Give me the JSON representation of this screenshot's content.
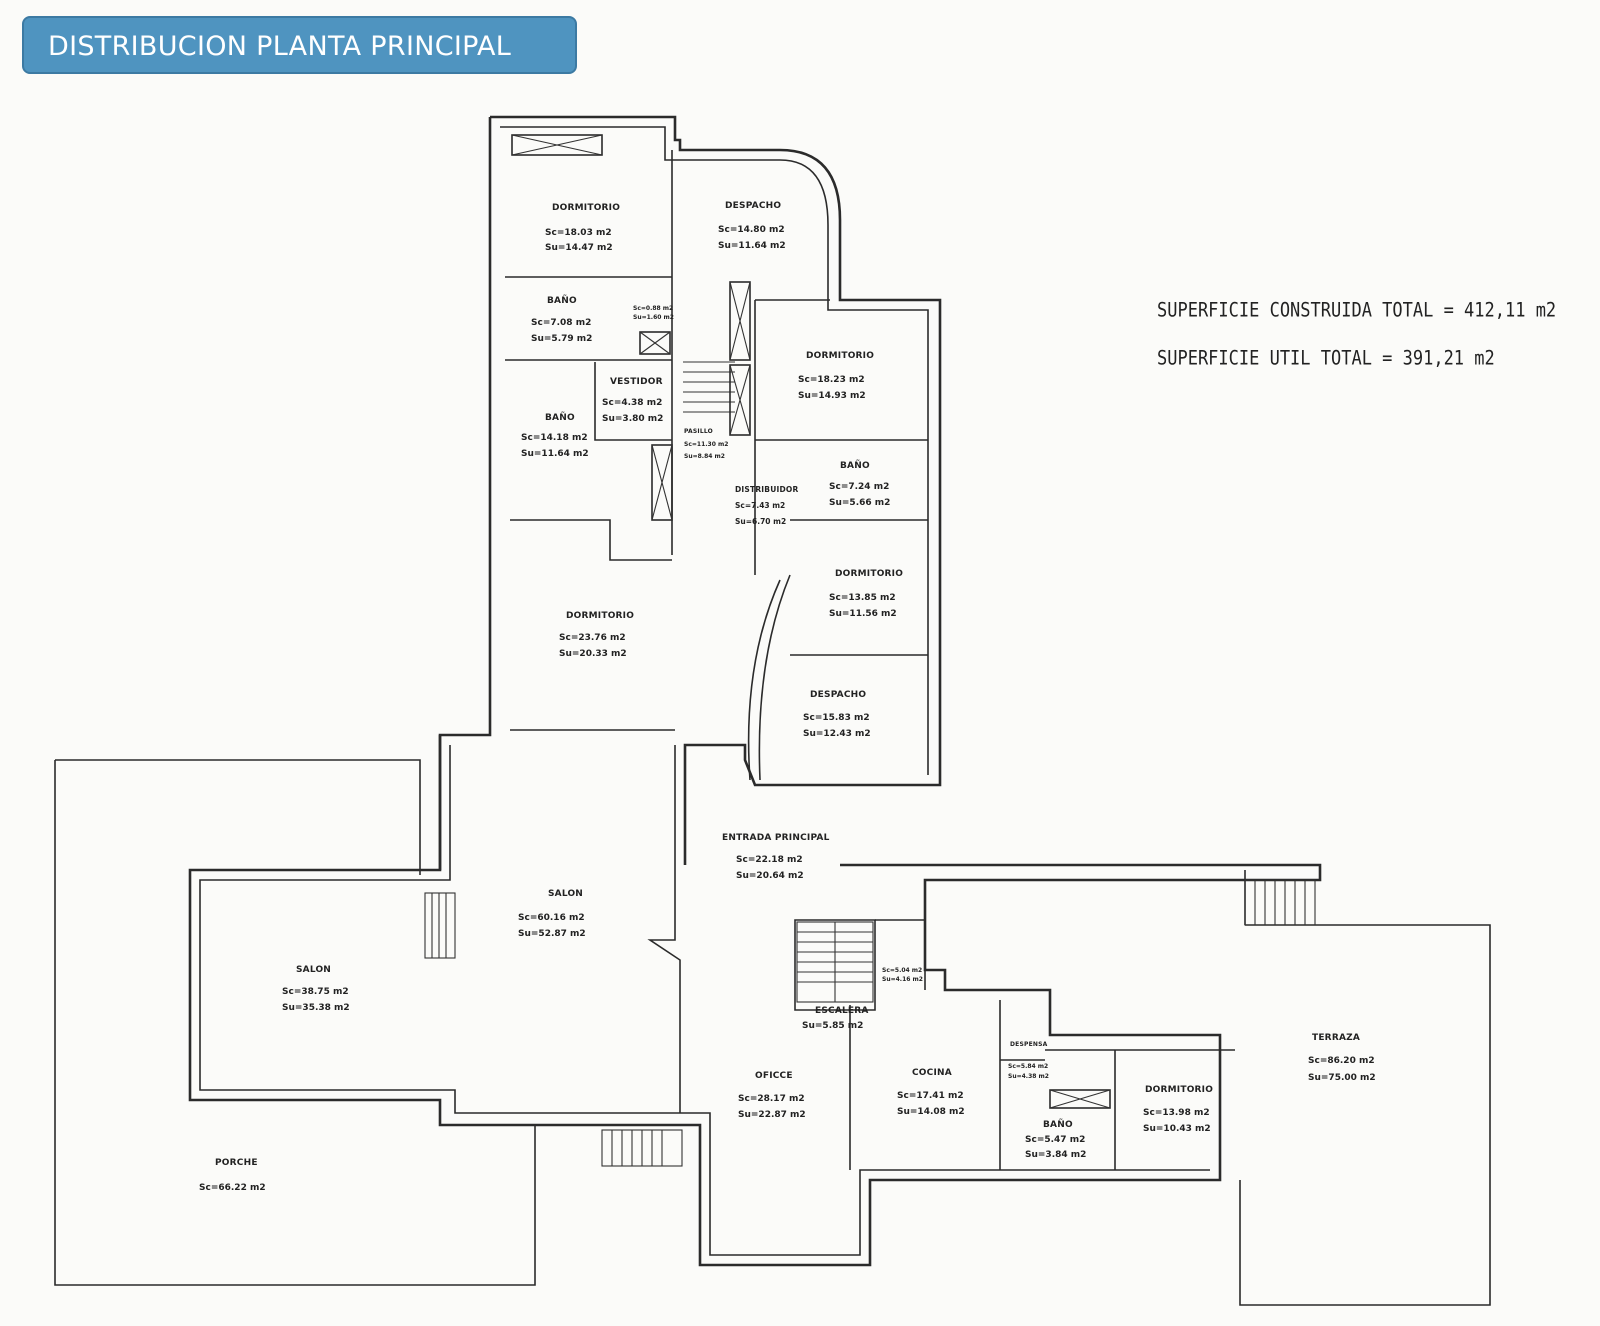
{
  "title": "DISTRIBUCION PLANTA PRINCIPAL",
  "totals": {
    "built": "SUPERFICIE  CONSTRUIDA  TOTAL  =  412,11  m2",
    "useful": "SUPERFICIE  UTIL  TOTAL  =  391,21  m2"
  },
  "rooms": {
    "dormitorio_1": {
      "name": "DORMITORIO",
      "sc": "Sc=18.03 m2",
      "su": "Su=14.47 m2"
    },
    "despacho_1": {
      "name": "DESPACHO",
      "sc": "Sc=14.80 m2",
      "su": "Su=11.64 m2"
    },
    "bano_1": {
      "name": "BAÑO",
      "sc": "Sc=7.08 m2",
      "su": "Su=5.79 m2"
    },
    "pasillo_1": {
      "sc": "Sc=0.88 m2",
      "su": "Su=1.60 m2"
    },
    "vestidor": {
      "name": "VESTIDOR",
      "sc": "Sc=4.38 m2",
      "su": "Su=3.80 m2"
    },
    "bano_2": {
      "name": "BAÑO",
      "sc": "Sc=14.18 m2",
      "su": "Su=11.64 m2"
    },
    "pasillo_2": {
      "name": "PASILLO",
      "sc": "Sc=11.30 m2",
      "su": "Su=8.84 m2"
    },
    "dormitorio_2": {
      "name": "DORMITORIO",
      "sc": "Sc=18.23 m2",
      "su": "Su=14.93 m2"
    },
    "bano_3": {
      "name": "BAÑO",
      "sc": "Sc=7.24 m2",
      "su": "Su=5.66 m2"
    },
    "distribuidor": {
      "name": "DISTRIBUIDOR",
      "sc": "Sc=7.43 m2",
      "su": "Su=6.70 m2"
    },
    "dormitorio_3": {
      "name": "DORMITORIO",
      "sc": "Sc=13.85 m2",
      "su": "Su=11.56 m2"
    },
    "dormitorio_4": {
      "name": "DORMITORIO",
      "sc": "Sc=23.76 m2",
      "su": "Su=20.33 m2"
    },
    "despacho_2": {
      "name": "DESPACHO",
      "sc": "Sc=15.83 m2",
      "su": "Su=12.43 m2"
    },
    "entrada": {
      "name": "ENTRADA PRINCIPAL",
      "sc": "Sc=22.18 m2",
      "su": "Su=20.64 m2"
    },
    "salon_1": {
      "name": "SALON",
      "sc": "Sc=60.16 m2",
      "su": "Su=52.87 m2"
    },
    "salon_2": {
      "name": "SALON",
      "sc": "Sc=38.75 m2",
      "su": "Su=35.38 m2"
    },
    "aseo": {
      "sc": "Sc=5.04 m2",
      "su": "Su=4.16 m2"
    },
    "escalera": {
      "name": "ESCALERA",
      "sc": "Su=5.85 m2"
    },
    "office": {
      "name": "OFICCE",
      "sc": "Sc=28.17 m2",
      "su": "Su=22.87 m2"
    },
    "cocina": {
      "name": "COCINA",
      "sc": "Sc=17.41 m2",
      "su": "Su=14.08 m2"
    },
    "despensa": {
      "name": "DESPENSA",
      "sc": "Sc=5.84 m2",
      "su": "Su=4.38 m2"
    },
    "bano_4": {
      "name": "BAÑO",
      "sc": "Sc=5.47 m2",
      "su": "Su=3.84 m2"
    },
    "dormitorio_5": {
      "name": "DORMITORIO",
      "sc": "Sc=13.98 m2",
      "su": "Su=10.43 m2"
    },
    "terraza": {
      "name": "TERRAZA",
      "sc": "Sc=86.20 m2",
      "su": "Su=75.00 m2"
    },
    "porche": {
      "name": "PORCHE",
      "sc": "Sc=66.22 m2"
    }
  }
}
